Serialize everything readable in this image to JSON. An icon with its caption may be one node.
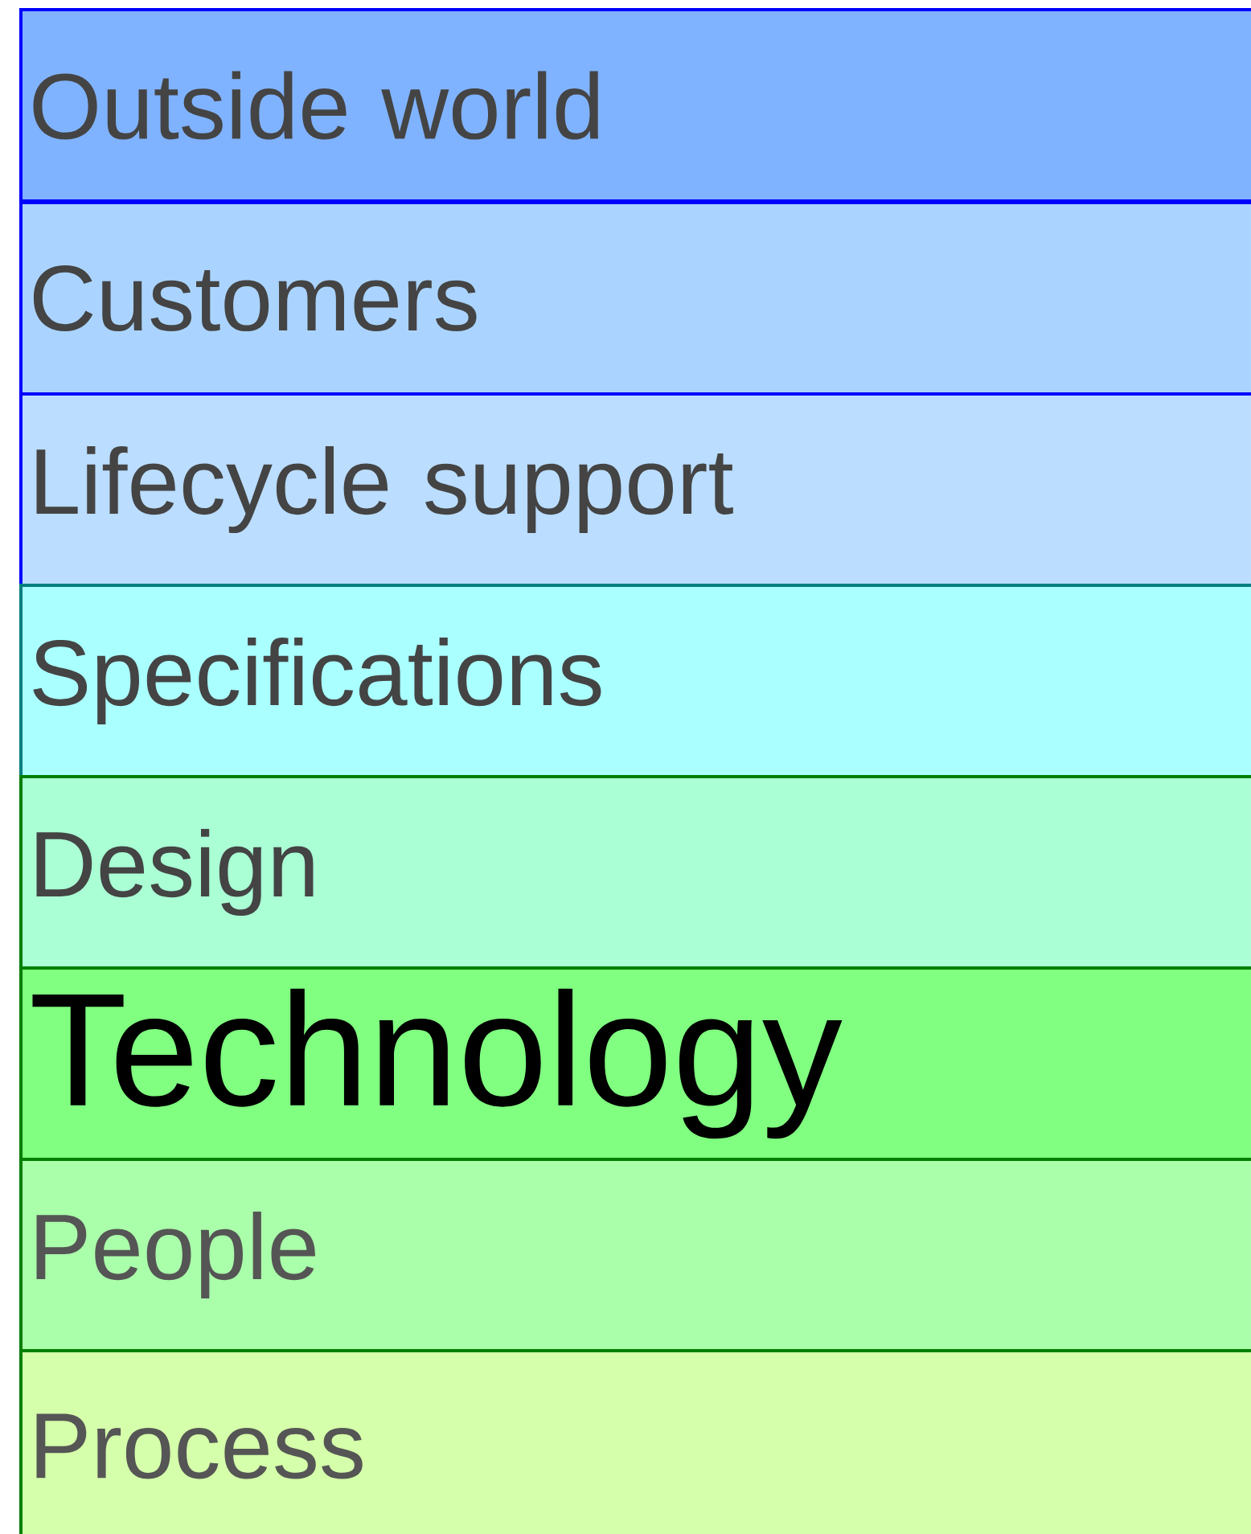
{
  "diagram": {
    "nodes": [
      {
        "text": [
          "Outside world"
        ]
      },
      {
        "text": [
          "Customers"
        ]
      },
      {
        "text": [
          "Lifecycle support"
        ]
      },
      {
        "text": [
          "Specifications"
        ]
      },
      {
        "text": [
          "Design"
        ]
      },
      {
        "text": [
          "Technology"
        ]
      },
      {
        "text": [
          "People"
        ]
      },
      {
        "text": [
          "Process"
        ]
      }
    ]
  }
}
